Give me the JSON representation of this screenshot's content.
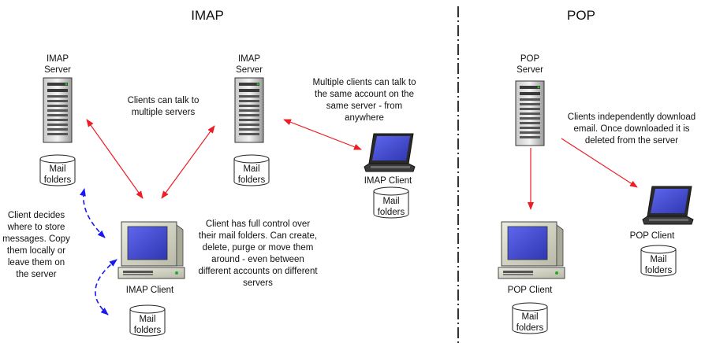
{
  "diagram": {
    "sections": {
      "imap_title": "IMAP",
      "pop_title": "POP"
    },
    "nodes": {
      "imap_server_1": {
        "line1": "IMAP",
        "line2": "Server"
      },
      "imap_server_2": {
        "line1": "IMAP",
        "line2": "Server"
      },
      "pop_server": {
        "line1": "POP",
        "line2": "Server"
      },
      "imap_client_desktop": {
        "label": "IMAP Client"
      },
      "imap_client_laptop": {
        "label": "IMAP Client"
      },
      "pop_client_desktop": {
        "label": "POP Client"
      },
      "pop_client_laptop": {
        "label": "POP Client"
      },
      "mail_folders": {
        "line1": "Mail",
        "line2": "folders"
      }
    },
    "notes": {
      "servers": [
        "Clients can talk to",
        "multiple servers"
      ],
      "multiple_clients": [
        "Multiple clients can talk to",
        "the same account on the",
        "same server - from",
        "anywhere"
      ],
      "storage": [
        "Client decides",
        "where to store",
        "messages. Copy",
        "them locally or",
        "leave them on",
        "the server"
      ],
      "control": [
        "Client has full control over",
        "their mail folders. Can create,",
        "delete, purge or move them",
        "around - even between",
        "different accounts on different",
        "servers"
      ],
      "pop": [
        "Clients independently download",
        "email. Once downloaded it is",
        "deleted from the server"
      ]
    },
    "colors": {
      "sync_arrow": "#ee1c24",
      "local_arrow": "#1a1aee",
      "divider": "#000000",
      "screen": "#4a50d6"
    }
  }
}
